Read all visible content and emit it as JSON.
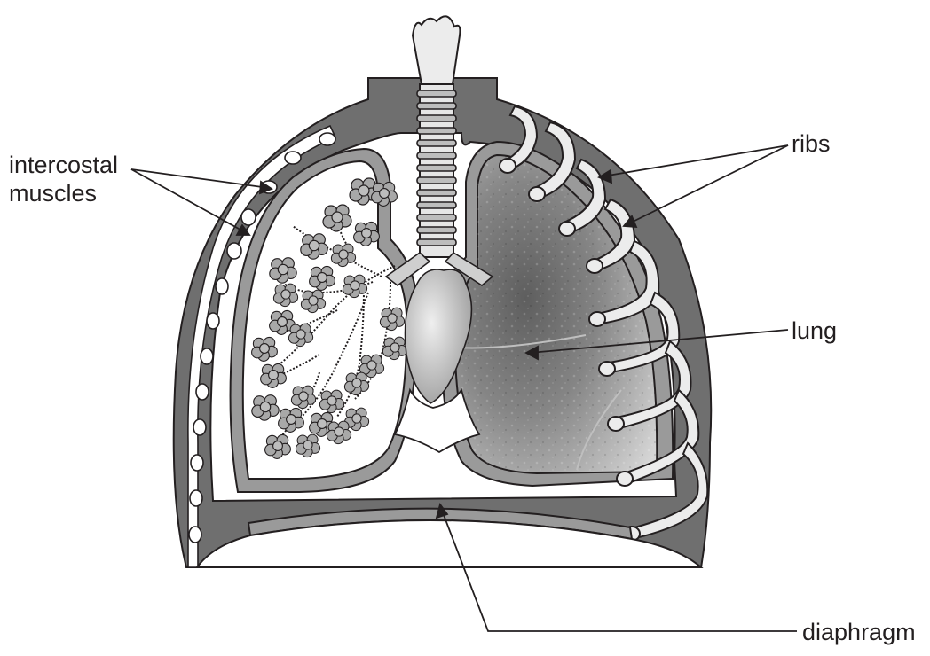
{
  "labels": {
    "intercostal_line1": "intercostal",
    "intercostal_line2": "muscles",
    "ribs": "ribs",
    "lung": "lung",
    "diaphragm": "diaphragm"
  },
  "colors": {
    "ink": "#231f20",
    "chest_wall": "#6f6f6f",
    "pleura": "#9a9a9a",
    "lung_dark": "#6a6a6a",
    "lung_mid": "#8f8f8f",
    "lung_light": "#c9c9c9",
    "bone": "#ececec",
    "alveoli": "#9b9b9b",
    "background": "#ffffff"
  }
}
